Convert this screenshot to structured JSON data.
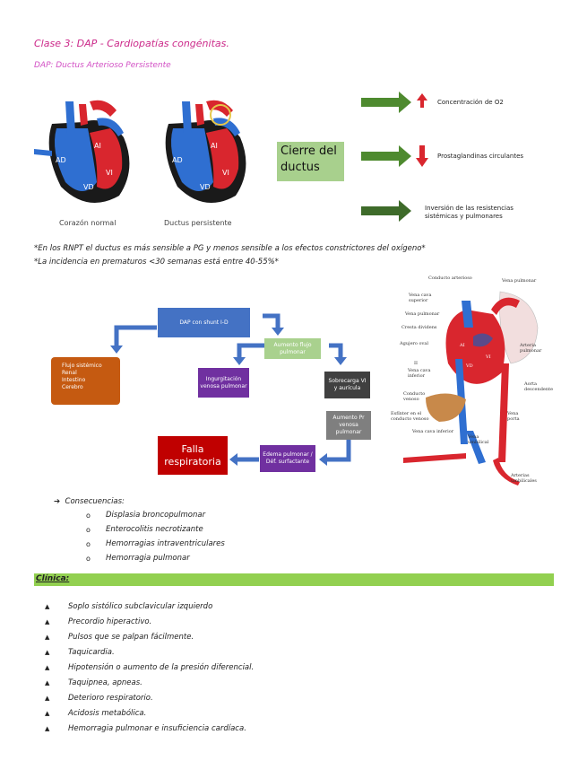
{
  "header": {
    "title": "Clase 3: DAP - Cardiopatías congénitas.",
    "subtitle": "DAP: Ductus Arterioso Persistente"
  },
  "hearts": {
    "normal_label": "Corazón normal",
    "persistente_label": "Ductus persistente",
    "chambers": {
      "ad": "AD",
      "ai": "AI",
      "vd": "VD",
      "vi": "VI"
    }
  },
  "cierre": {
    "label": "Cierre del ductus",
    "items": [
      {
        "text": "Concentración de O2",
        "symbol": "up"
      },
      {
        "text": "Prostaglandinas circulantes",
        "symbol": "down"
      },
      {
        "text": "Inversión de las resistencias sistémicas y pulmonares",
        "symbol": ""
      }
    ]
  },
  "notes": [
    "*En los RNPT el ductus es más sensible a PG y menos sensible a los efectos constrictores del oxígeno*",
    "*La incidencia en prematuros <30 semanas está entre 40-55%*"
  ],
  "flow": {
    "dap": "DAP con shunt I-D",
    "aumento_flujo": "Aumento flujo pulmonar",
    "flujo_sistemico": "Flujo sistémico",
    "flujo_items": [
      "Renal",
      "Intestino",
      "Cerebro"
    ],
    "ingurgitacion": "Ingurgitación venosa pulmonar",
    "sobrecarga": "Sobrecarga VI y aurícula",
    "aumento_pr": "Aumento Pr venosa pulmonar",
    "edema": "Edema pulmonar / Déf. surfactante",
    "falla": "Falla respiratoria"
  },
  "anatomy": {
    "labels": [
      "Conducto arterioso",
      "Vena pulmonar",
      "Vena cava superior",
      "Vena pulmonar",
      "Cresta dividens",
      "Agujero oval",
      "AI",
      "VI",
      "VD",
      "II",
      "Vena cava inferior",
      "Arteria pulmonar",
      "Aorta descendente",
      "Conducto venoso",
      "Esfínter en el conducto venoso",
      "Vena porta",
      "Vena cava inferior",
      "Vena umbilical",
      "Arterias umbilicales"
    ]
  },
  "consecuencias": {
    "heading": "Consecuencias:",
    "items": [
      "Displasia broncopulmonar",
      "Enterocolitis necrotizante",
      "Hemorragias intraventriculares",
      "Hemorragia pulmonar"
    ]
  },
  "clinica": {
    "heading": "Clínica:",
    "items": [
      "Soplo sistólico subclavicular izquierdo",
      "Precordio hiperactivo.",
      "Pulsos que se palpan fácilmente.",
      "Taquicardia.",
      "Hipotensión o aumento de la presión diferencial.",
      "Taquipnea, apneas.",
      "Deterioro respiratorio.",
      "Acidosis metabólica.",
      "Hemorragia pulmonar e insuficiencia cardíaca."
    ]
  },
  "colors": {
    "title": "#cc2a8a",
    "arrow_green": "#4e8a2f",
    "cierre_bg": "#a8d08d",
    "clinica_bar": "#92d050",
    "flow_blue": "#4472c4",
    "flow_purple": "#7030a0",
    "flow_orange": "#c55a11",
    "flow_red": "#c00000",
    "flow_gray": "#595959"
  }
}
